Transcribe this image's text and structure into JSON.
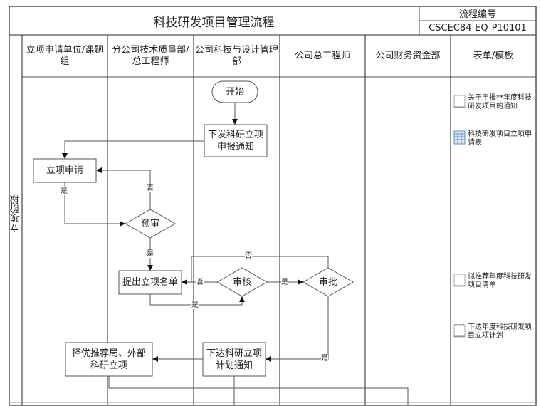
{
  "title": "科技研发项目管理流程",
  "process_code": {
    "label": "流程编号",
    "value": "CSCEC84-EQ-P10101"
  },
  "stage": "立项阶段",
  "lanes": [
    {
      "label": "立项申请单位/课题组"
    },
    {
      "label": "分公司技术质量部/总工程师"
    },
    {
      "label": "公司科技与设计管理部"
    },
    {
      "label": "公司总工程师"
    },
    {
      "label": "公司财务资金部"
    },
    {
      "label": "表单/模板"
    }
  ],
  "nodes": {
    "start": "开始",
    "issue_notice": "下发科研立项申报通知",
    "apply": "立项申请",
    "pre_review": "预审",
    "submit_list": "提出立项名单",
    "review": "审核",
    "approve": "审批",
    "issue_plan": "下达科研立项计划通知",
    "recommend": "择优推荐局、外部科研立项"
  },
  "edge_labels": {
    "apply_yes": "是",
    "prereview_no": "否",
    "prereview_yes": "是",
    "review_no": "否",
    "review_yes": "是",
    "approve_no": "否",
    "submit_yes": "是",
    "approve_yes": "是"
  },
  "forms": [
    {
      "icon": "document-icon",
      "label": "关于申报**年度科技研发项目的通知"
    },
    {
      "icon": "spreadsheet-icon",
      "label": "科技研发项目立项申请表"
    },
    {
      "icon": "document-icon",
      "label": "拟推荐年度科技研发项目清单"
    },
    {
      "icon": "document-icon",
      "label": "下达年度科技研发项目立项计划"
    }
  ]
}
